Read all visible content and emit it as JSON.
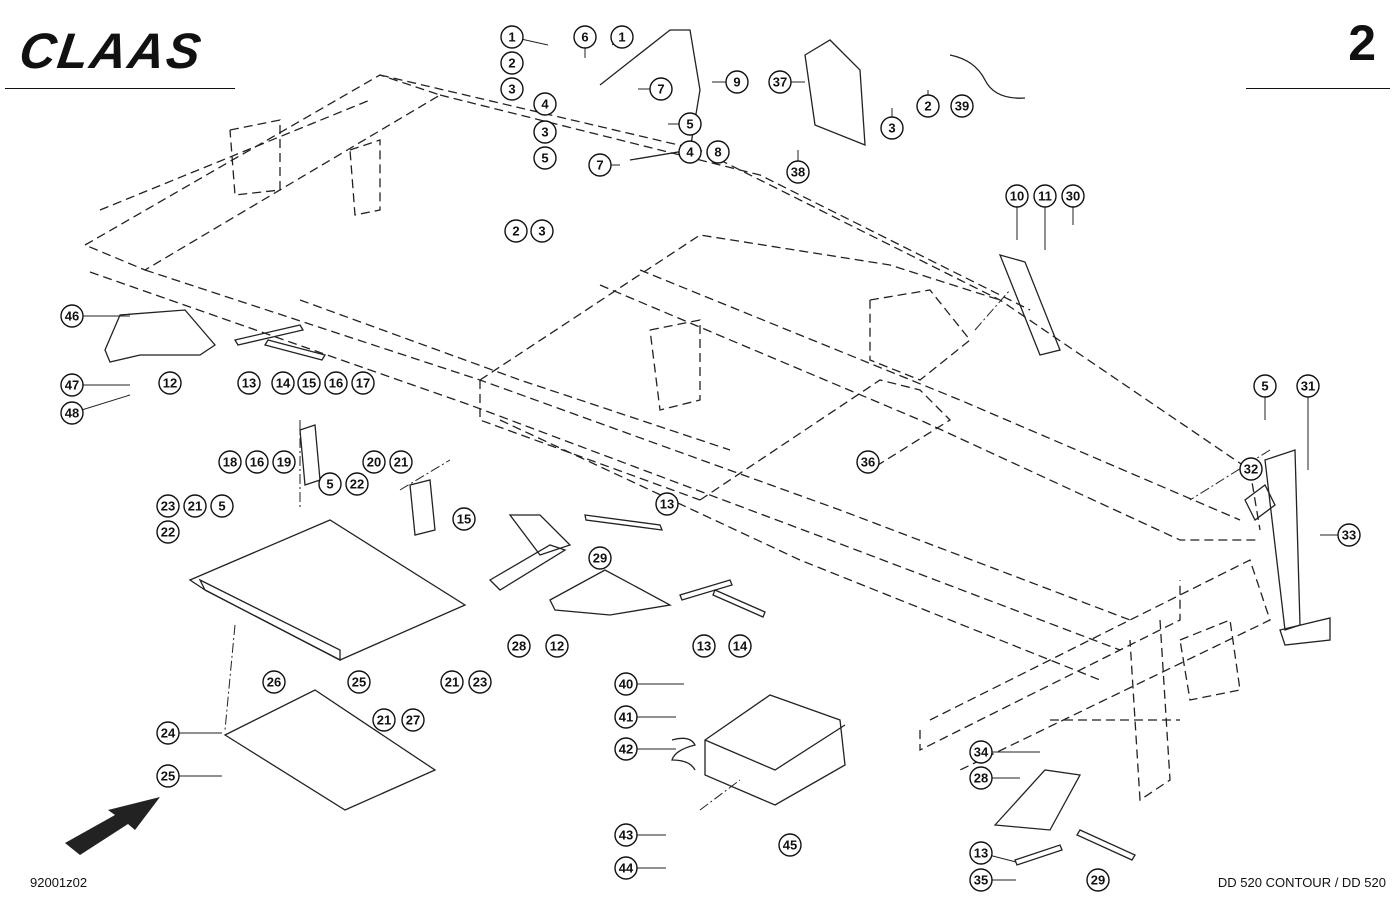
{
  "header": {
    "brand": "CLAAS",
    "page_number": "2"
  },
  "footer": {
    "drawing_ref": "92001z02",
    "model": "DD 520 CONTOUR / DD 520"
  },
  "callouts": [
    "1",
    "1",
    "2",
    "3",
    "4",
    "3",
    "5",
    "6",
    "7",
    "9",
    "5",
    "7",
    "4",
    "8",
    "2",
    "3",
    "37",
    "38",
    "3",
    "2",
    "39",
    "10",
    "11",
    "30",
    "46",
    "47",
    "48",
    "12",
    "13",
    "14",
    "15",
    "16",
    "17",
    "18",
    "16",
    "19",
    "20",
    "21",
    "22",
    "5",
    "23",
    "21",
    "22",
    "5",
    "15",
    "13",
    "29",
    "28",
    "12",
    "13",
    "14",
    "36",
    "5",
    "31",
    "32",
    "33",
    "26",
    "25",
    "21",
    "27",
    "21",
    "23",
    "24",
    "25",
    "40",
    "41",
    "42",
    "43",
    "44",
    "45",
    "34",
    "28",
    "13",
    "35",
    "29"
  ]
}
